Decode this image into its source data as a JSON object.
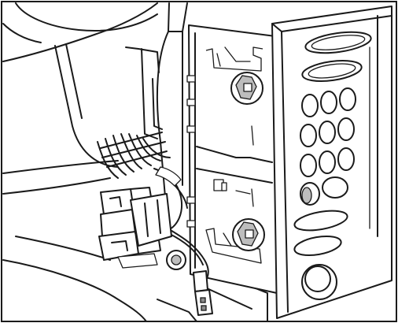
{
  "illustration": {
    "subject": "radio-head-unit-removal",
    "colors": {
      "line": "#1a1a1a",
      "background": "#ffffff",
      "shade": "#bdbdbd",
      "shade_dark": "#8c8c8c"
    },
    "parts": [
      "dashboard-trim",
      "mounting-bracket",
      "release-key-slot-upper",
      "release-key-slot-lower",
      "faceplate",
      "preset-button",
      "volume-knob",
      "wiring-harness",
      "wiring-connector",
      "antenna-connector"
    ]
  }
}
